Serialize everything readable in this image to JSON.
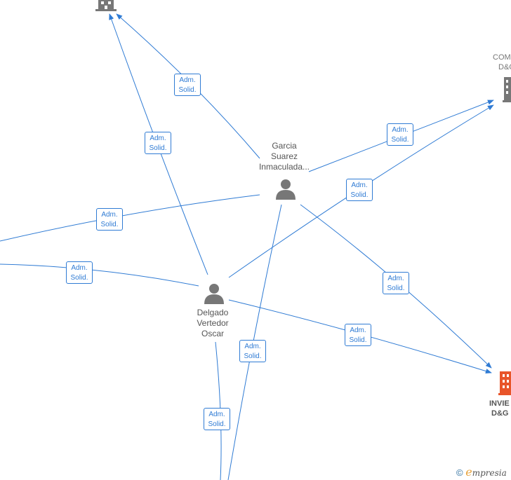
{
  "edge_label": {
    "line1": "Adm.",
    "line2": "Solid."
  },
  "persons": [
    {
      "id": "garcia",
      "lines": [
        "Garcia",
        "Suarez",
        "Inmaculada..."
      ]
    },
    {
      "id": "delgado",
      "lines": [
        "Delgado",
        "Vertedor",
        "Oscar"
      ]
    }
  ],
  "companies": [
    {
      "id": "top",
      "lines": []
    },
    {
      "id": "comd",
      "lines": [
        "COM",
        "D&C"
      ],
      "color": "#777777"
    },
    {
      "id": "invie",
      "lines": [
        "INVIE",
        "D&G"
      ],
      "color": "#e8552a"
    }
  ],
  "colors": {
    "edge": "#2f7bd4",
    "person": "#777777",
    "company": "#777777",
    "highlight": "#e8552a"
  },
  "footer": {
    "symbol": "©",
    "e": "e",
    "rest": "mpresia"
  }
}
